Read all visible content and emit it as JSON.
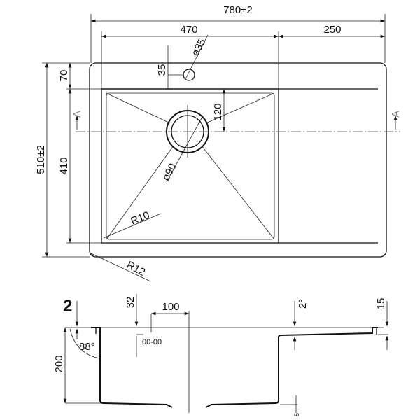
{
  "drawing": {
    "top_view": {
      "overall_width": "780±2",
      "bowl_width": "470",
      "drainboard_width": "250",
      "overall_depth": "510±2",
      "front_offset": "70",
      "bowl_depth": "410",
      "tap_offset": "35",
      "tap_hole": "ø35",
      "drain_offset": "120",
      "drain_diameter": "ø90",
      "bowl_radius": "R10",
      "outer_radius": "R12",
      "section_mark_left": "A",
      "section_mark_right": "A"
    },
    "section_view": {
      "detail_label": "2",
      "overflow_offset": "32",
      "overflow_distance": "100",
      "drainboard_slope": "2°",
      "rim_height": "15",
      "bowl_height": "200",
      "wall_angle": "88°",
      "bottom_step": "5",
      "overflow_symbol": "00-00"
    }
  }
}
